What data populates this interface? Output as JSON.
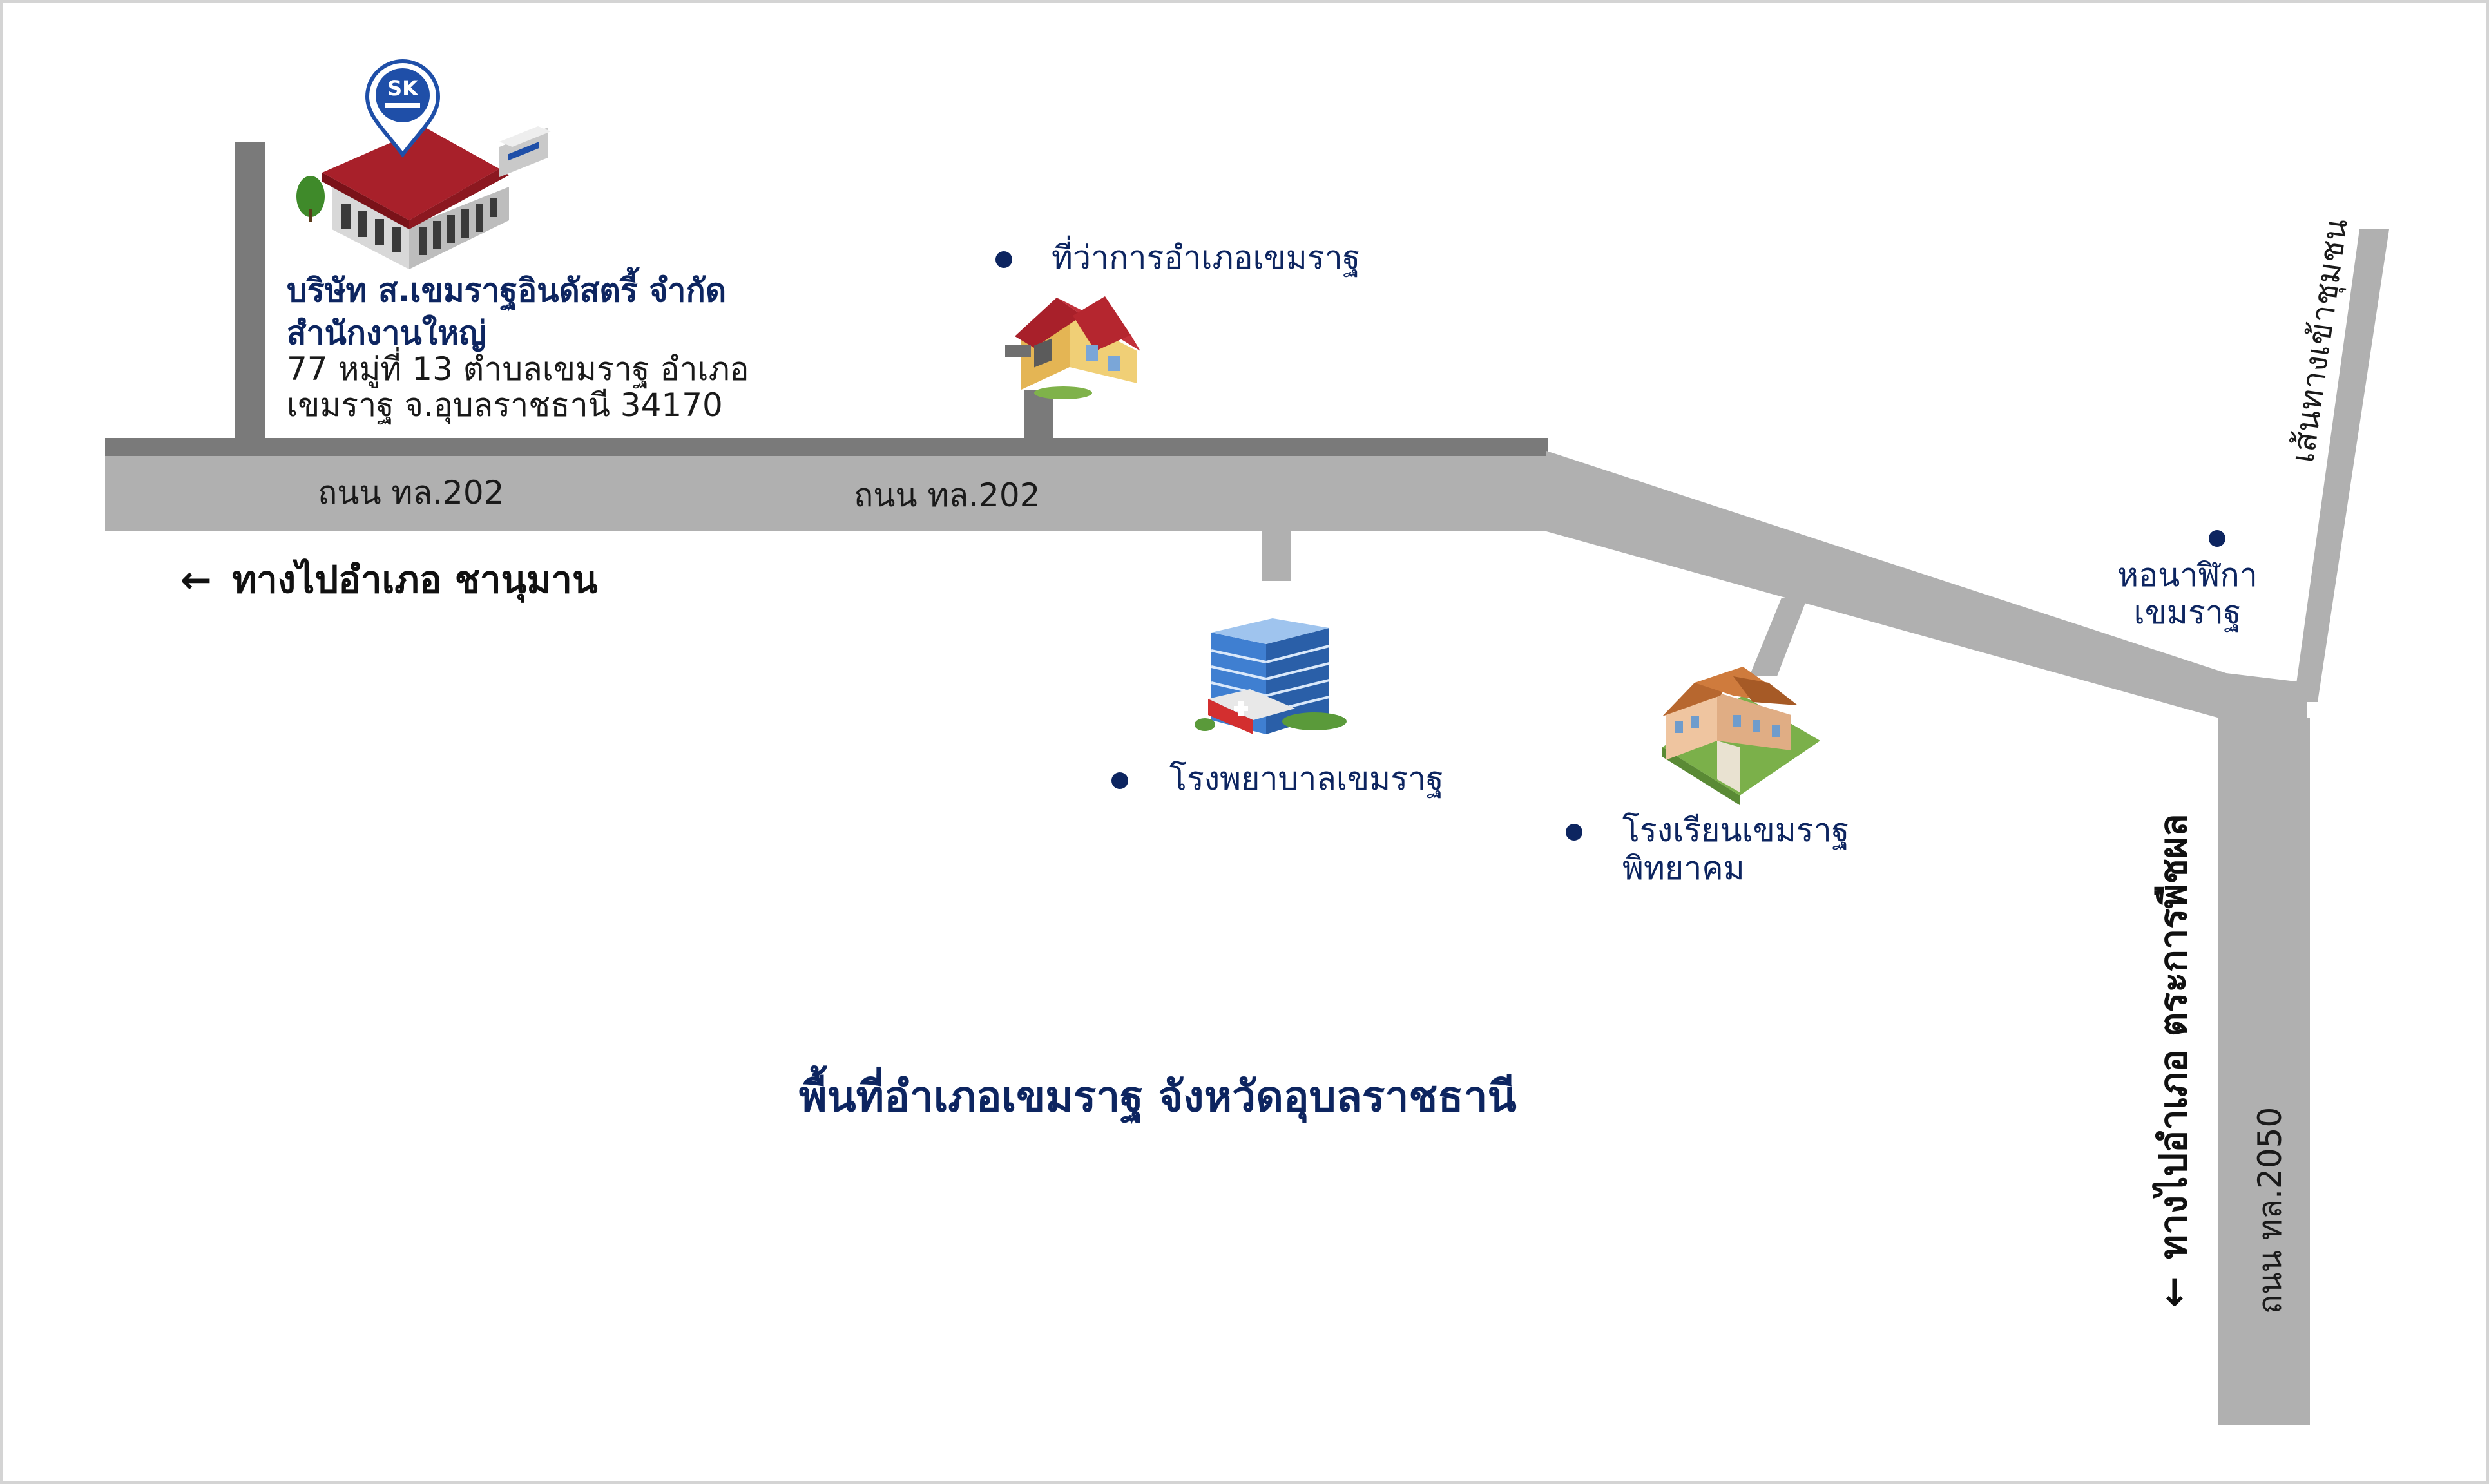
{
  "company": {
    "name": "บริษัท ส.เขมราฐอินดัสตรี้ จำกัด",
    "subtitle": "สำนักงานใหญ่",
    "address_line1": "77 หมู่ที่ 13 ตำบลเขมราฐ อำเภอ",
    "address_line2": "เขมราฐ จ.อุบลราชธานี 34170",
    "logo_text": "SK"
  },
  "roads": {
    "main_left": "ถนน ทล.202",
    "main_mid": "ถนน ทล.202",
    "vertical": "ถนน ทล.2050",
    "community": "เส้นทางเข้าชุมชน"
  },
  "places": {
    "district_office": "ที่ว่าการอำเภอเขมราฐ",
    "hospital": "โรงพยาบาลเขมราฐ",
    "school_line1": "โรงเรียนเขมราฐ",
    "school_line2": "พิทยาคม",
    "clock_tower_line1": "หอนาฬิกา",
    "clock_tower_line2": "เขมราฐ"
  },
  "directions": {
    "to_chanuman": "ทางไปอำเภอ ชานุมาน",
    "to_trakan": "ทางไปอำเภอ ตระการพืชผล",
    "arrow": "←"
  },
  "area_title": "พื้นที่อำเภอเขมราฐ จังหวัดอุบลราชธานี",
  "colors": {
    "road": "#b0b0b0",
    "road_dark": "#7a7a7a",
    "navy": "#0d2560",
    "pin": "#1f4fa8",
    "roof": "#a8202a"
  }
}
